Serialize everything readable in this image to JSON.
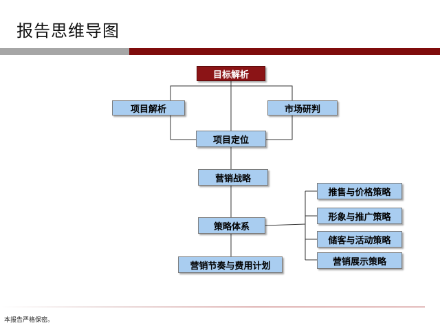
{
  "page": {
    "title": "报告思维导图",
    "footer": "本报告严格保密。"
  },
  "colors": {
    "root_fill": "#8b1416",
    "node_fill": "#a9cdf0",
    "band_gray": "#a6a6a6",
    "band_red": "#7f0c0c"
  },
  "diagram": {
    "root": "目标解析",
    "project_analysis": "项目解析",
    "market_research": "市场研判",
    "positioning": "项目定位",
    "marketing_strategy": "营销战略",
    "strategy_system": "策略体系",
    "rhythm_budget": "营销节奏与费用计划",
    "sub_strategies": [
      "推售与价格策略",
      "形象与推广策略",
      "储客与活动策略",
      "营销展示策略"
    ]
  }
}
